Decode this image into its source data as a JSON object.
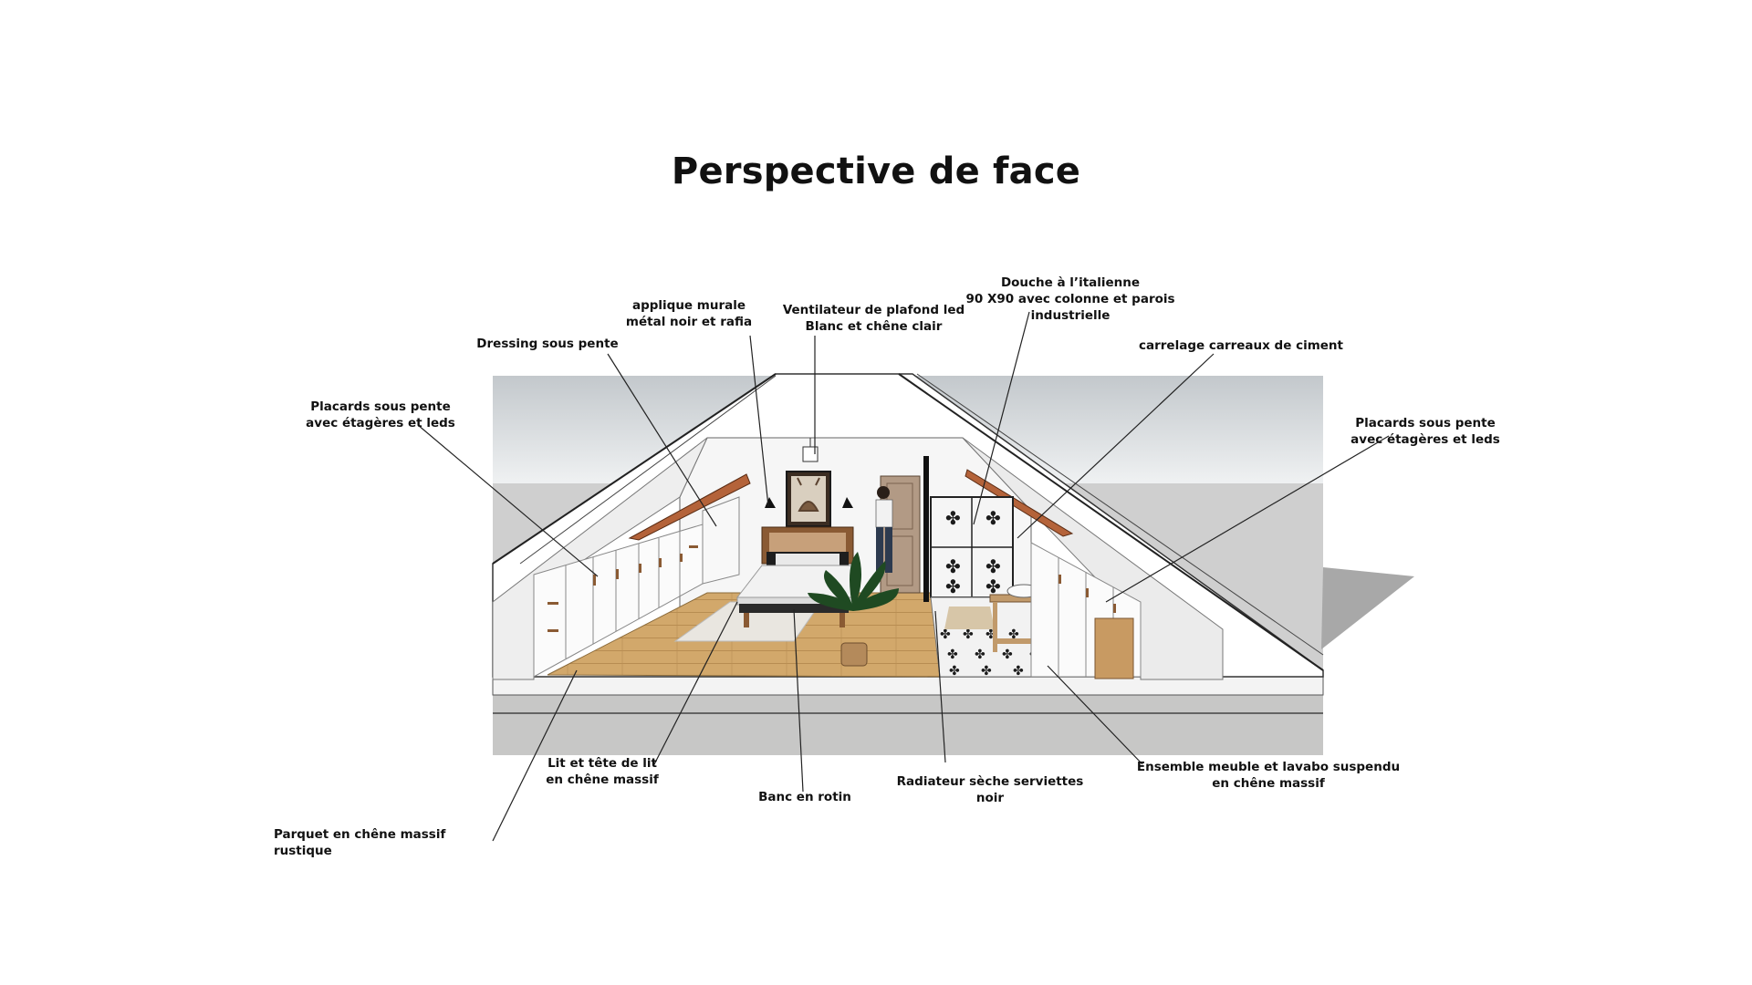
{
  "title": "Perspective de face",
  "labels": {
    "placards_left": "Placards sous pente\navec étagères et leds",
    "dressing": "Dressing sous pente",
    "applique": "applique murale\nmétal noir et rafia",
    "ventilateur": "Ventilateur de plafond led\nBlanc et chêne clair",
    "douche": "Douche à l’italienne\n90 X90 avec colonne et parois\nindustrielle",
    "carrelage": "carrelage carreaux de ciment",
    "placards_right": "Placards sous pente\navec étagères et leds",
    "lit": "Lit et tête de lit\nen chêne massif",
    "parquet": "Parquet en chêne massif rustique",
    "banc": "Banc en rotin",
    "radiateur": "Radiateur sèche serviettes\nnoir",
    "meuble": "Ensemble meuble et lavabo suspendu\nen chêne massif"
  },
  "colors": {
    "sky": "#c9cdd0",
    "wall": "#f4f4f4",
    "parquet": "#cfa66a",
    "wood_dark": "#8a5a33",
    "skylight": "#b4633a",
    "tile_white": "#f2f2f2",
    "tile_black": "#1c1c1c",
    "ground": "#9c9c9c"
  }
}
